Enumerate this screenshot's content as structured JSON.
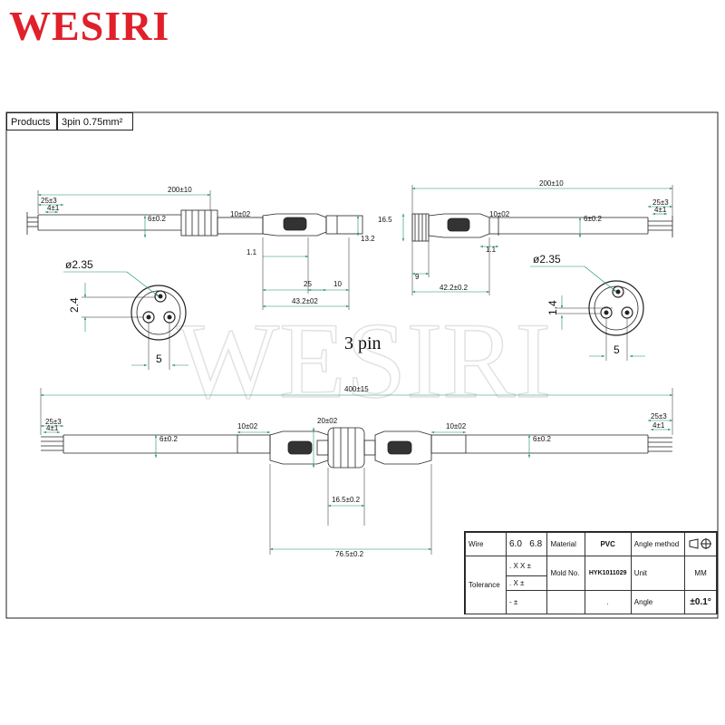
{
  "brand": {
    "name": "WESIRI",
    "color": "#e0202a",
    "watermark": "WESIRI"
  },
  "header": {
    "products_label": "Products",
    "products_value": "3pin 0.75mm²"
  },
  "title": "3 pin",
  "top_left": {
    "total_length": "200±10",
    "strip_length": "25±3",
    "tin_length": "4±1",
    "cable_dia": "6±0.2",
    "sleeve_length": "10±02",
    "dim_1_1": "1.1",
    "dim_13_2": "13.2",
    "dim_25": "25",
    "dim_10": "10",
    "body_length": "43.2±02"
  },
  "top_right": {
    "total_length": "200±10",
    "strip_length": "25±3",
    "tin_length": "4±1",
    "cable_dia": "6±0.2",
    "sleeve_length": "10±02",
    "dim_16_5": "16.5",
    "dim_1_1": "1.1",
    "dim_9": "9",
    "body_length": "42.2±0.2"
  },
  "face_left": {
    "pin_dia": "ø2.35",
    "spacing_v": "2.4",
    "spacing_h": "5"
  },
  "face_right": {
    "pin_dia": "ø2.35",
    "spacing_v": "1.4",
    "spacing_h": "5"
  },
  "bottom": {
    "total_length": "400±15",
    "strip_left": "25±3",
    "tin_left": "4±1",
    "strip_right": "25±3",
    "tin_right": "4±1",
    "cable_dia_left": "6±0.2",
    "cable_dia_right": "6±0.2",
    "sleeve_left": "10±02",
    "sleeve_right": "10±02",
    "nut_dia": "20±02",
    "nut_length": "16.5±0.2",
    "assembly_length": "76.5±0.2"
  },
  "title_block": {
    "wire_label": "Wire",
    "wire_v1": "6.0",
    "wire_v2": "6.8",
    "material_label": "Material",
    "material_value": "PVC",
    "angle_method_label": "Angle method",
    "tolerance_label": "Tolerance",
    "tol_1": ". X X ±",
    "tol_2": ". X ±",
    "tol_3": "- ±",
    "mold_label": "Mold No.",
    "mold_value": "HYK1011029",
    "unit_label": "Unit",
    "unit_value": "MM",
    "mold_blank": ".",
    "angle_label": "Angle",
    "angle_value": "±0.1°"
  }
}
